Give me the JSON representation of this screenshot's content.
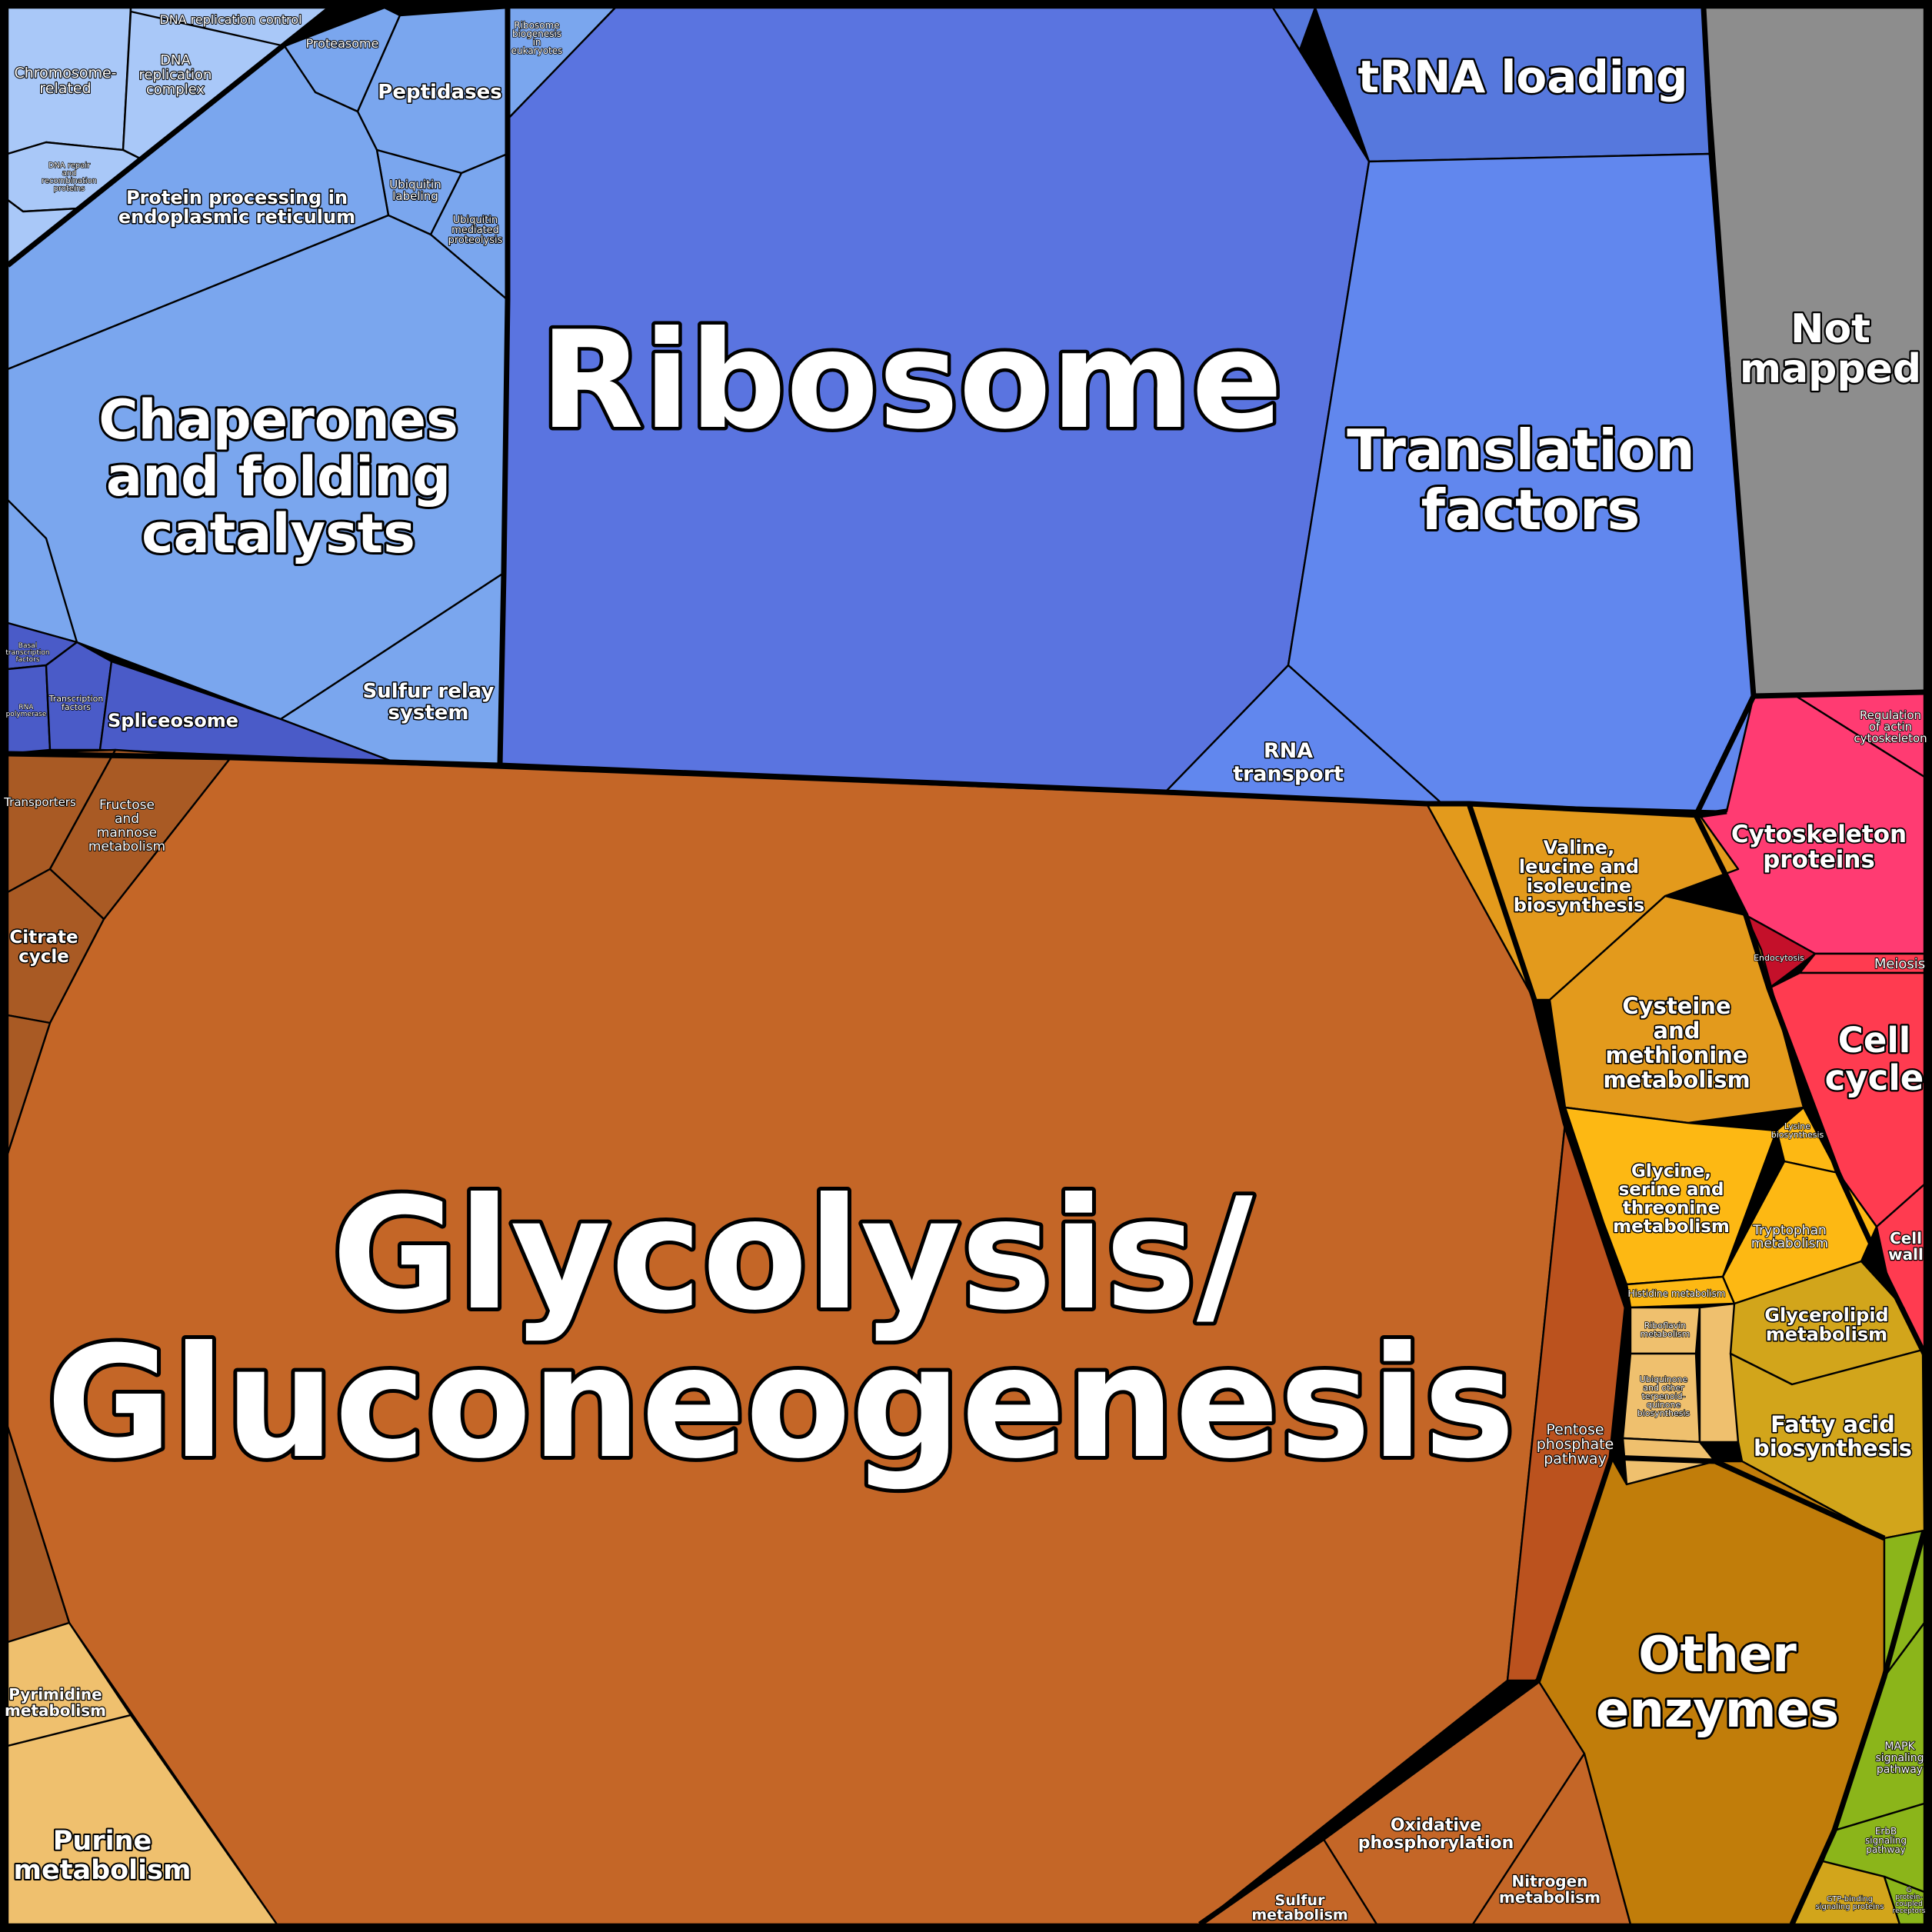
{
  "palette": {
    "blue_dark": "#5a74e0",
    "blue_mid": "#6187ee",
    "blue_top": "#5678dd",
    "blue_light": "#7aa6ee",
    "blue_pale": "#a9c8f8",
    "blue_indigo": "#4a5bc8",
    "orange_main": "#c46627",
    "orange_dark": "#a95a24",
    "orange_red": "#bb521e",
    "amber": "#e39a1c",
    "yellow": "#fdb813",
    "gold_dark": "#c17d0a",
    "gold": "#d2a51b",
    "peach": "#efc06e",
    "gray": "#8d8d8d",
    "pink": "#ff3b72",
    "red": "#ff3b50",
    "crimson": "#c4102a",
    "green": "#8bb51a"
  },
  "regions": [
    {
      "label": "Ribosome",
      "color": "blue_dark"
    },
    {
      "label": "tRNA loading",
      "color": "blue_top"
    },
    {
      "label": "Translation factors",
      "color": "blue_mid"
    },
    {
      "label": "RNA transport",
      "color": "blue_mid"
    },
    {
      "label": "Not mapped",
      "color": "gray"
    },
    {
      "label": "Chaperones and folding catalysts",
      "color": "blue_light"
    },
    {
      "label": "Protein processing in endoplasmic reticulum",
      "color": "blue_light"
    },
    {
      "label": "Peptidases",
      "color": "blue_light"
    },
    {
      "label": "Proteasome",
      "color": "blue_light"
    },
    {
      "label": "Ubiquitin labeling",
      "color": "blue_light"
    },
    {
      "label": "Ubiquitin mediated proteolysis",
      "color": "blue_light"
    },
    {
      "label": "Sulfur relay system",
      "color": "blue_light"
    },
    {
      "label": "Chromosome-related",
      "color": "blue_pale"
    },
    {
      "label": "DNA replication complex",
      "color": "blue_pale"
    },
    {
      "label": "DNA replication control",
      "color": "blue_pale"
    },
    {
      "label": "DNA repair and recombination proteins",
      "color": "blue_pale"
    },
    {
      "label": "Ribosome biogenesis in eukaryotes",
      "color": "blue_light"
    },
    {
      "label": "Spliceosome",
      "color": "blue_indigo"
    },
    {
      "label": "Transcription factors",
      "color": "blue_indigo"
    },
    {
      "label": "Basal transcription factors",
      "color": "blue_indigo"
    },
    {
      "label": "RNA polymerase",
      "color": "blue_indigo"
    },
    {
      "label": "Glycolysis/ Gluconeogenesis",
      "color": "orange_main"
    },
    {
      "label": "Transporters",
      "color": "orange_dark"
    },
    {
      "label": "Fructose and mannose metabolism",
      "color": "orange_dark"
    },
    {
      "label": "Citrate cycle",
      "color": "orange_dark"
    },
    {
      "label": "Pyrimidine metabolism",
      "color": "peach"
    },
    {
      "label": "Purine metabolism",
      "color": "peach"
    },
    {
      "label": "Pentose phosphate pathway",
      "color": "orange_red"
    },
    {
      "label": "Oxidative phosphorylation",
      "color": "orange_main"
    },
    {
      "label": "Nitrogen metabolism",
      "color": "orange_main"
    },
    {
      "label": "Sulfur metabolism",
      "color": "orange_main"
    },
    {
      "label": "Valine, leucine and isoleucine biosynthesis",
      "color": "amber"
    },
    {
      "label": "Cysteine and methionine metabolism",
      "color": "amber"
    },
    {
      "label": "Glycine, serine and threonine metabolism",
      "color": "yellow"
    },
    {
      "label": "Tryptophan metabolism",
      "color": "yellow"
    },
    {
      "label": "Lysine biosynthesis",
      "color": "yellow"
    },
    {
      "label": "Histidine metabolism",
      "color": "yellow"
    },
    {
      "label": "Riboflavin metabolism",
      "color": "peach"
    },
    {
      "label": "Ubiquinone and other terpenoid-quinone biosynthesis",
      "color": "peach"
    },
    {
      "label": "Glycerolipid metabolism",
      "color": "gold"
    },
    {
      "label": "Fatty acid biosynthesis",
      "color": "gold"
    },
    {
      "label": "Other enzymes",
      "color": "gold_dark"
    },
    {
      "label": "Cytoskeleton proteins",
      "color": "pink"
    },
    {
      "label": "Regulation of actin cytoskeleton",
      "color": "pink"
    },
    {
      "label": "Endocytosis",
      "color": "crimson"
    },
    {
      "label": "Meiosis",
      "color": "red"
    },
    {
      "label": "Cell cycle",
      "color": "red"
    },
    {
      "label": "Cell wall",
      "color": "red"
    },
    {
      "label": "MAPK signaling pathway",
      "color": "green"
    },
    {
      "label": "ErbB signaling pathway",
      "color": "green"
    },
    {
      "label": "GTP-binding signaling proteins",
      "color": "green"
    },
    {
      "label": "G protein-coupled receptors",
      "color": "green"
    }
  ]
}
